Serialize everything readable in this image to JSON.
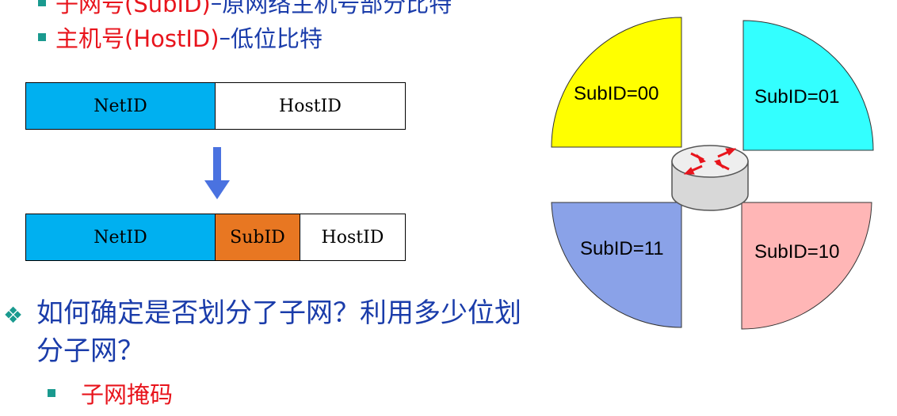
{
  "bullets": [
    {
      "red_text": "子网号(SubID)",
      "dash": " – ",
      "blue_text": "原网络主机号部分比特"
    },
    {
      "red_text": "主机号(HostID)",
      "dash": " – ",
      "blue_text": "低位比特"
    }
  ],
  "original_address": {
    "fields": [
      "NetID",
      "HostID"
    ]
  },
  "subnetted_address": {
    "fields": [
      "NetID",
      "SubID",
      "HostID"
    ]
  },
  "question": {
    "icon": "diamond-bullet-icon",
    "text": "如何确定是否划分了子网？利用多少位划分子网？"
  },
  "answer": {
    "text": "子网掩码"
  },
  "quadrants": [
    {
      "label": "SubID=00",
      "color": "#ffff00"
    },
    {
      "label": "SubID=01",
      "color": "#33ffff"
    },
    {
      "label": "SubID=11",
      "color": "#8aa2e8"
    },
    {
      "label": "SubID=10",
      "color": "#ffb6b6"
    }
  ],
  "colors": {
    "netid": "#00b0f0",
    "subid": "#e87722",
    "hostid": "#ffffff",
    "arrow": "#4a72e0"
  },
  "router_icon": "router-icon"
}
